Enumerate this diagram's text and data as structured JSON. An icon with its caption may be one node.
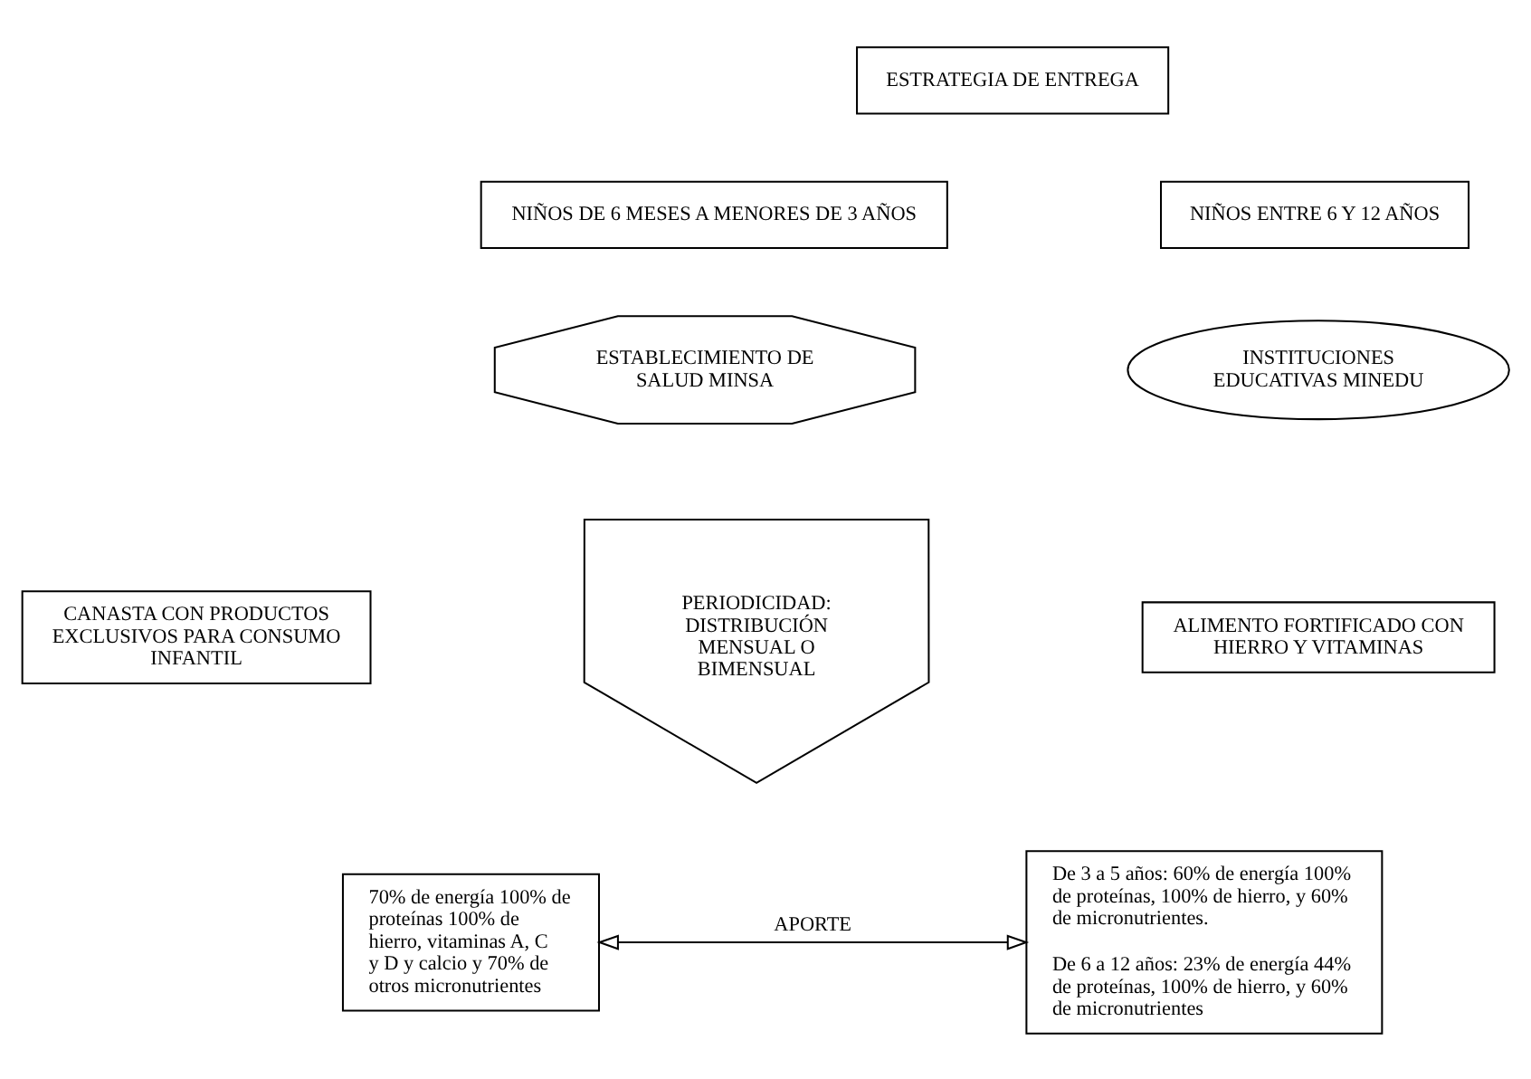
{
  "diagram": {
    "nodes": [
      {
        "text": [
          "ESTRATEGIA DE ENTREGA"
        ]
      },
      {
        "text": [
          "NIÑOS DE 6 MESES A MENORES DE 3 AÑOS"
        ]
      },
      {
        "text": [
          "NIÑOS ENTRE 6 Y 12 AÑOS"
        ]
      },
      {
        "text": [
          "ESTABLECIMIENTO DE SALUD MINSA"
        ]
      },
      {
        "text": [
          "INSTITUCIONES EDUCATIVAS MINEDU"
        ]
      },
      {
        "text": [
          "PERIODICIDAD: DISTRIBUCIÓN MENSUAL O BIMENSUAL"
        ]
      },
      {
        "text": [
          "CANASTA CON PRODUCTOS EXCLUSIVOS PARA CONSUMO INFANTIL"
        ]
      },
      {
        "text": [
          "ALIMENTO FORTIFICADO CON HIERRO Y VITAMINAS"
        ]
      },
      {
        "text": [
          "70% de energía 100% de proteínas 100% de hierro, vitaminas A, C y D y calcio y 70% de otros micronutrientes"
        ]
      },
      {
        "text": [
          "De 3 a 5 años: 60% de energía 100% de proteínas, 100% de hierro, y 60% de micronutrientes.",
          "De 6 a 12 años: 23% de energía 44% de proteínas, 100% de hierro, y 60% de micronutrientes"
        ]
      }
    ],
    "edges": [
      {
        "from": 8,
        "to": 9,
        "arrow": "both",
        "label": "APORTE"
      }
    ]
  }
}
